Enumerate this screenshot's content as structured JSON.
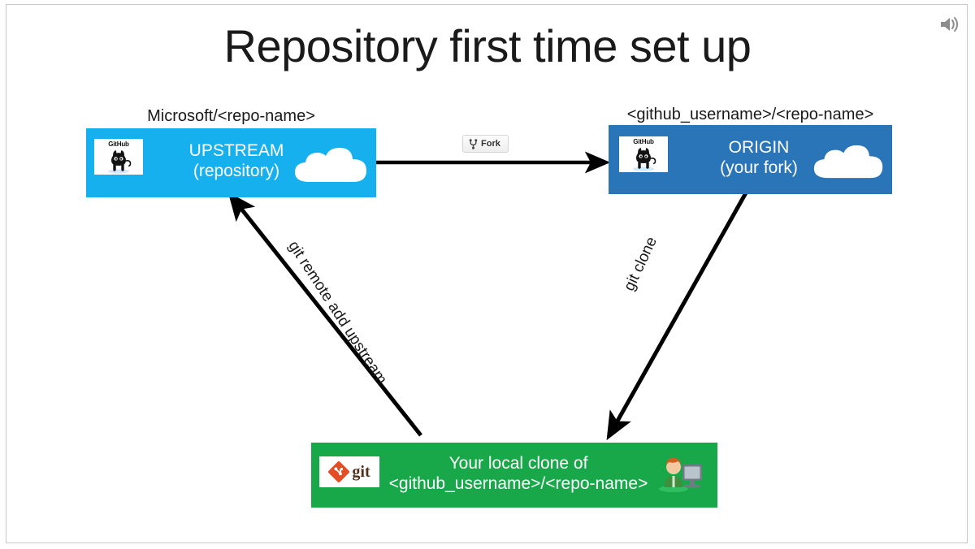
{
  "slide": {
    "title": "Repository first time set up",
    "audio_icon": "speaker-icon"
  },
  "nodes": {
    "upstream": {
      "caption": "Microsoft/<repo-name>",
      "line1": "UPSTREAM",
      "line2": "(repository)",
      "color": "#17b0ef",
      "logo": "github-logo",
      "logo_word": "GitHub",
      "cloud": "cloud-icon"
    },
    "origin": {
      "caption": "<github_username>/<repo-name>",
      "line1": "ORIGIN",
      "line2": "(your fork)",
      "color": "#2a74b8",
      "logo": "github-logo",
      "logo_word": "GitHub",
      "cloud": "cloud-icon"
    },
    "local": {
      "line1": "Your local clone of",
      "line2": "<github_username>/<repo-name>",
      "color": "#18a84a",
      "logo": "git-logo",
      "logo_word": "git",
      "person": "person-at-computer-icon"
    }
  },
  "buttons": {
    "fork": {
      "label": "Fork",
      "icon": "fork-icon"
    }
  },
  "arrows": {
    "fork_arrow": "upstream-to-origin",
    "clone_label": "git clone",
    "remote_add_label": "git remote add upstream"
  },
  "colors": {
    "cyan": "#17b0ef",
    "blue": "#2a74b8",
    "green": "#18a84a",
    "arrow": "#000000",
    "text": "#1a1a1a"
  }
}
